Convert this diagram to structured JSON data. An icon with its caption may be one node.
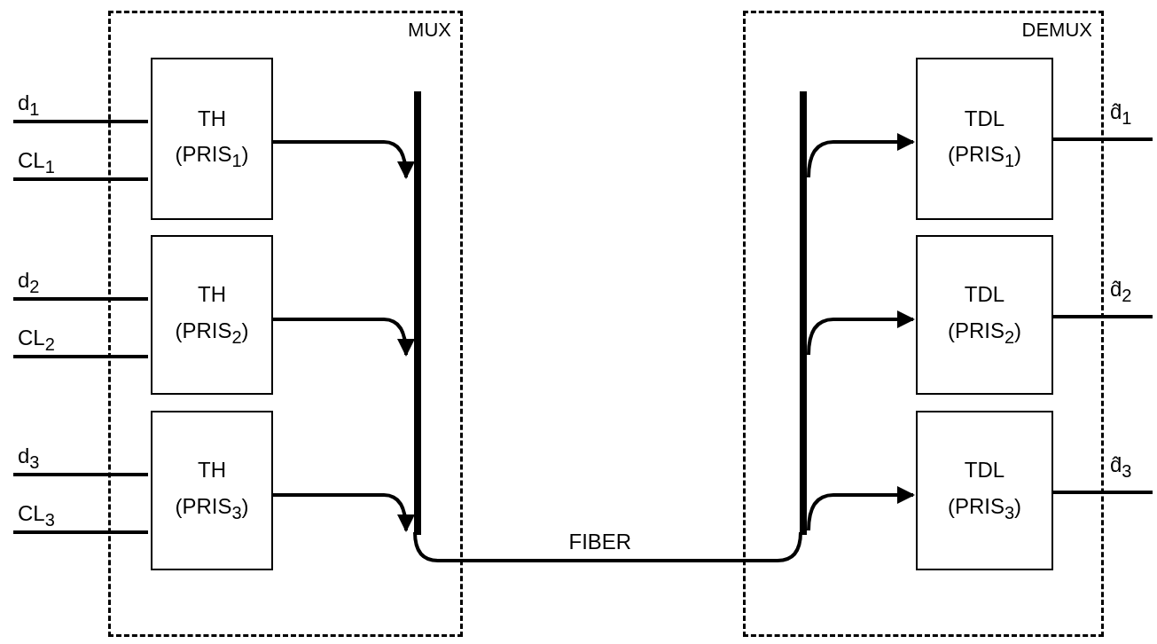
{
  "diagram": {
    "nodes": [
      {
        "text": [
          "MUX"
        ]
      },
      {
        "text": [
          "TH",
          "(PRIS$_{1}$)"
        ],
        "in": 0
      },
      {
        "text": [
          "TH",
          "(PRIS$_{2}$)"
        ],
        "in": 0
      },
      {
        "text": [
          "TH",
          "(PRIS$_{3}$)"
        ],
        "in": 0
      },
      {
        "text": [],
        "shape": "bar",
        "in": 0
      },
      {
        "text": [
          "DEMUX"
        ]
      },
      {
        "text": [],
        "shape": "bar",
        "in": 5
      },
      {
        "text": [
          "TDL",
          "(PRIS$_{1}$)"
        ],
        "in": 5
      },
      {
        "text": [
          "TDL",
          "(PRIS$_{2}$)"
        ],
        "in": 5
      },
      {
        "text": [
          "TDL",
          "(PRIS$_{3}$)"
        ],
        "in": 5
      }
    ],
    "edges": [
      {
        "from": null,
        "to": 1,
        "arrow": "none",
        "label": "d$_{1}$"
      },
      {
        "from": null,
        "to": 1,
        "arrow": "none",
        "label": "CL$_{1}$"
      },
      {
        "from": null,
        "to": 2,
        "arrow": "none",
        "label": "d$_{2}$"
      },
      {
        "from": null,
        "to": 2,
        "arrow": "none",
        "label": "CL$_{2}$"
      },
      {
        "from": null,
        "to": 3,
        "arrow": "none",
        "label": "d$_{3}$"
      },
      {
        "from": null,
        "to": 3,
        "arrow": "none",
        "label": "CL$_{3}$"
      },
      {
        "from": 1,
        "to": 4,
        "arrow": "to"
      },
      {
        "from": 2,
        "to": 4,
        "arrow": "to"
      },
      {
        "from": 3,
        "to": 4,
        "arrow": "to"
      },
      {
        "from": 4,
        "to": 6,
        "arrow": "none",
        "label": "FIBER"
      },
      {
        "from": 6,
        "to": 7,
        "arrow": "to"
      },
      {
        "from": 6,
        "to": 8,
        "arrow": "to"
      },
      {
        "from": 6,
        "to": 9,
        "arrow": "to"
      },
      {
        "from": 7,
        "to": null,
        "arrow": "none",
        "label": "d̂$_{1}$"
      },
      {
        "from": 8,
        "to": null,
        "arrow": "none",
        "label": "d̂$_{2}$"
      },
      {
        "from": 9,
        "to": null,
        "arrow": "none",
        "label": "d̂$_{3}$"
      }
    ]
  }
}
